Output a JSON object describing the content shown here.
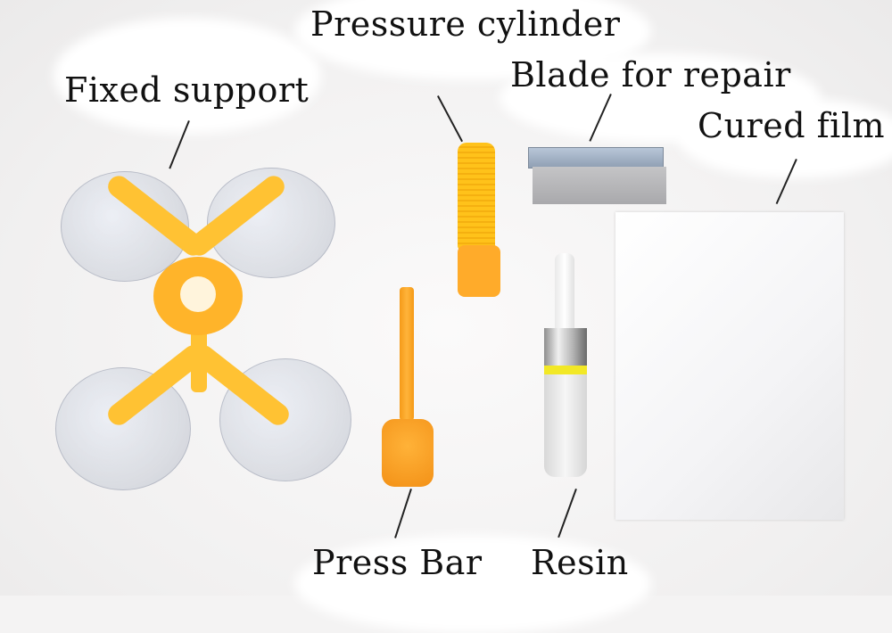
{
  "image": {
    "description": "Windshield repair kit components laid out on a white background with labels",
    "labels": {
      "fixed_support": "Fixed support",
      "pressure_cylinder": "Pressure cylinder",
      "blade_for_repair": "Blade for repair",
      "cured_film": "Cured film",
      "press_bar": "Press Bar",
      "resin": "Resin"
    },
    "colors": {
      "background": "#f4f3f3",
      "plastic_yellow": "#ffc233",
      "plastic_orange": "#f59a18",
      "label_text": "#111111"
    }
  }
}
